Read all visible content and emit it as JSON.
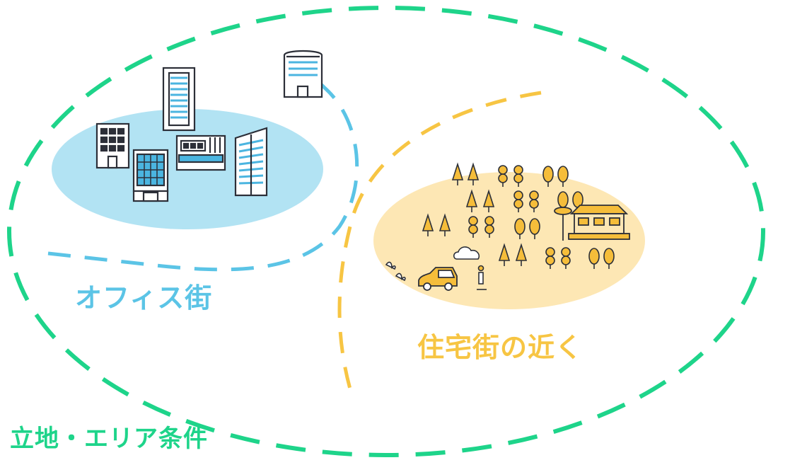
{
  "diagram": {
    "outer_label": "立地・エリア条件",
    "office_label": "オフィス街",
    "residential_label": "住宅街の近く"
  },
  "colors": {
    "outer_dash": "#1ed48a",
    "office_dash": "#5bc4e6",
    "office_blob": "#b2e3f3",
    "residential_dash": "#f7c543",
    "residential_blob": "#fde7b4",
    "icon_outline": "#2c2f38",
    "building_accent": "#4bb5e0",
    "tree_fill": "#f5bd3a"
  },
  "icons": {
    "office": [
      "building-icon",
      "skyscraper-icon",
      "tower-icon",
      "office-block-icon",
      "glass-tower-icon",
      "round-tower-icon"
    ],
    "residential": [
      "tree-icon",
      "house-icon",
      "car-icon",
      "cloud-icon",
      "bird-icon",
      "person-icon",
      "sign-icon"
    ]
  }
}
